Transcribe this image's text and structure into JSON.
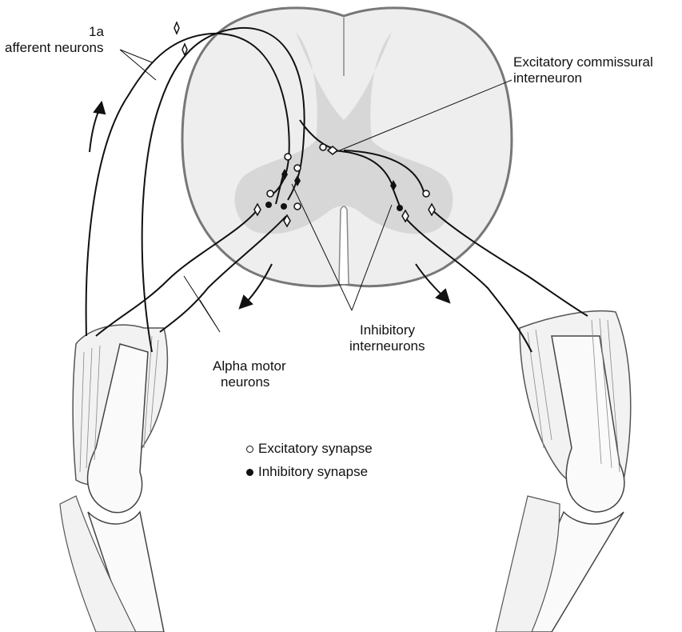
{
  "labels": {
    "afferent_line1": "1a",
    "afferent_line2": "afferent neurons",
    "commissural_line1": "Excitatory commissural",
    "commissural_line2": "interneuron",
    "inhibitory_line1": "Inhibitory",
    "inhibitory_line2": "interneurons",
    "motor_line1": "Alpha motor",
    "motor_line2": "neurons"
  },
  "legend": {
    "excitatory": "Excitatory synapse",
    "inhibitory": "Inhibitory synapse"
  },
  "colors": {
    "white_matter": "#eeeeee",
    "gray_matter": "#d4d4d4",
    "outline": "#777777",
    "nerve": "#111111",
    "muscle": "#f2f2f2",
    "bone": "#fafafa"
  }
}
